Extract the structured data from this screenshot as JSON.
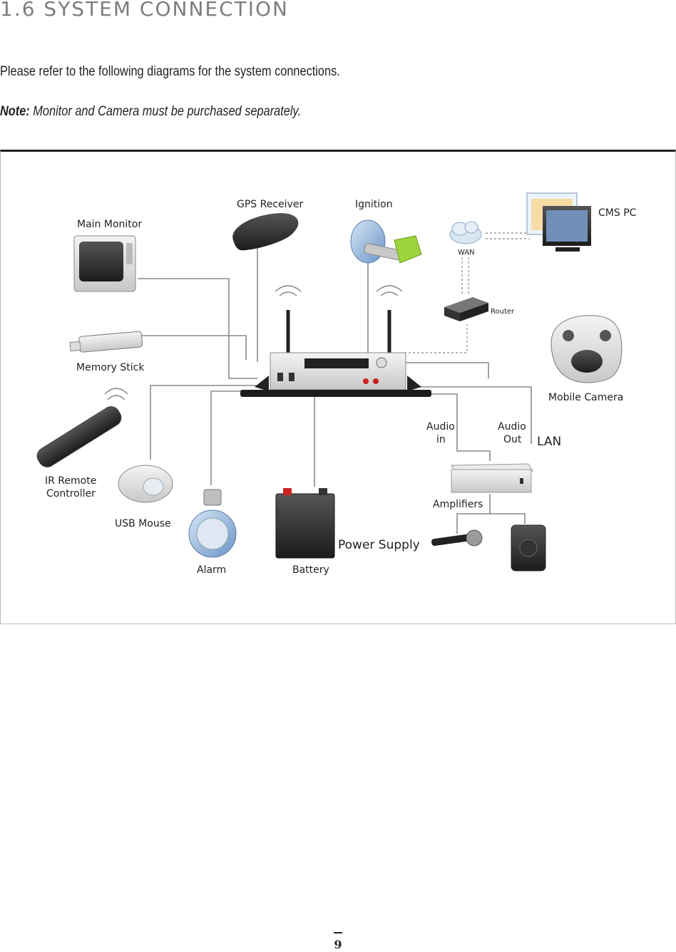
{
  "section": {
    "heading": "1.6  SYSTEM CONNECTION"
  },
  "body": {
    "intro": "Please refer to the following diagrams for the system connections.",
    "note_label": "Note:",
    "note_text": " Monitor and Camera must be purchased separately."
  },
  "diagram": {
    "labels": {
      "main_monitor": "Main Monitor",
      "gps_receiver": "GPS Receiver",
      "ignition": "Ignition",
      "wan": "WAN",
      "cms_pc": "CMS PC",
      "router": "Router",
      "memory_stick": "Memory Stick",
      "mobile_camera": "Mobile Camera",
      "ir_remote_1": "IR Remote",
      "ir_remote_2": "Controller",
      "audio_in_1": "Audio",
      "audio_in_2": "in",
      "audio_out_1": "Audio",
      "audio_out_2": "Out",
      "lan": "LAN",
      "usb_mouse": "USB Mouse",
      "amplifiers": "Amplifiers",
      "power_supply": "Power Supply",
      "alarm": "Alarm",
      "battery": "Battery"
    }
  },
  "footer": {
    "page_number": "9"
  }
}
